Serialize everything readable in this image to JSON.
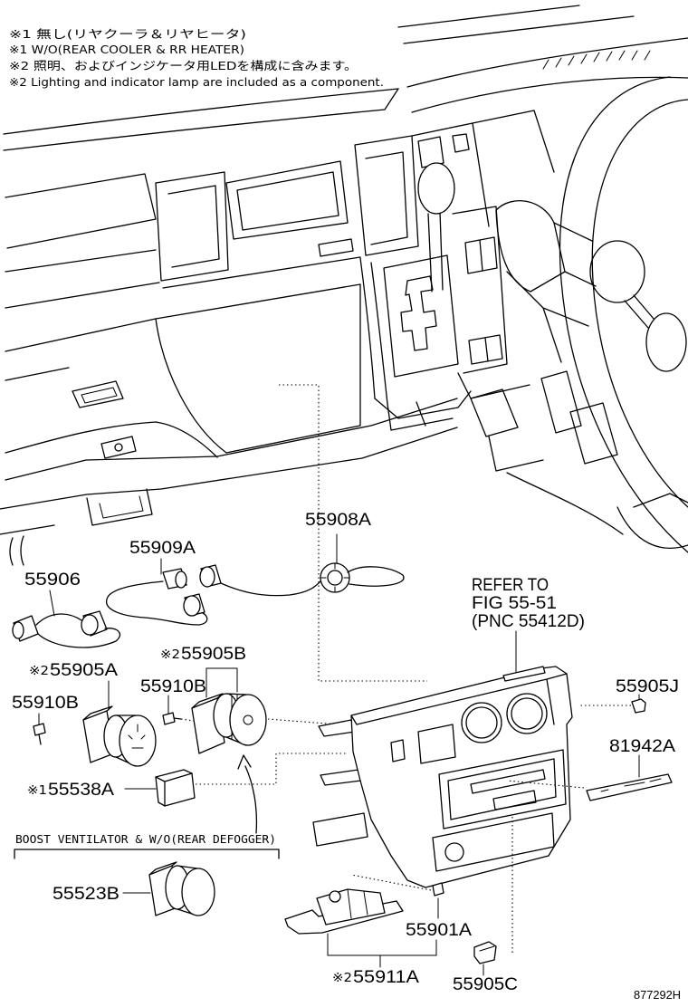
{
  "notes": [
    "※1 無し(リヤクーラ＆リヤヒータ)",
    "※1 W/O(REAR COOLER & RR HEATER)",
    "※2 照明、およびインジケータ用LEDを構成に含みます。",
    "※2 Lighting and indicator lamp are included as a component."
  ],
  "callouts": [
    {
      "part": "55908A"
    },
    {
      "part": "55909A"
    },
    {
      "part": "55906"
    },
    {
      "mark": "※2",
      "part": "55905A"
    },
    {
      "part": "55910B"
    },
    {
      "mark": "※2",
      "part": "55905B"
    },
    {
      "part": "55910B"
    },
    {
      "part": "55905J"
    },
    {
      "part": "81942A"
    },
    {
      "mark": "※1",
      "part": "55538A"
    },
    {
      "part": "55523B"
    },
    {
      "part": "55901A"
    },
    {
      "mark": "※2",
      "part": "55911A"
    },
    {
      "part": "55905C"
    }
  ],
  "reference": {
    "line1": "REFER TO",
    "line2": "FIG 55-51",
    "line3": "(PNC 55412D)"
  },
  "condition_note": "BOOST VENTILATOR & W/O(REAR DEFOGGER)",
  "figure_id": "877292H",
  "colors": {
    "line": "#000000",
    "background": "#ffffff"
  }
}
